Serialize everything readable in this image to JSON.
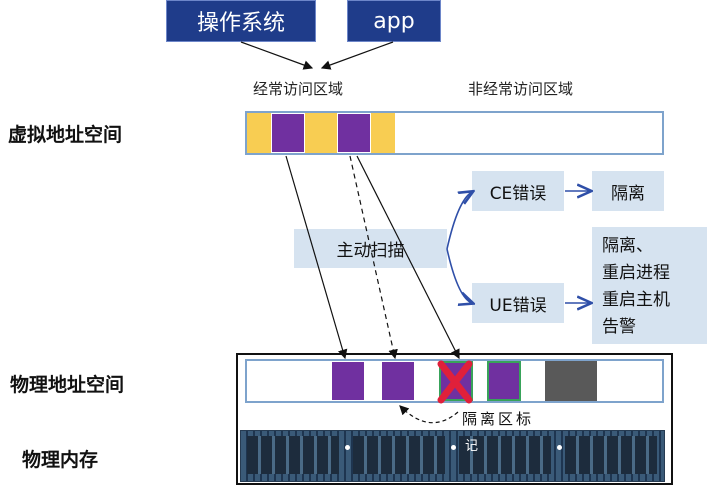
{
  "top_boxes": {
    "os": "操作系统",
    "app": "app"
  },
  "region_labels": {
    "frequent": "经常访问区域",
    "infrequent": "非经常访问区域"
  },
  "side_labels": {
    "virtual": "虚拟地址空间",
    "physical_address": "物理地址空间",
    "physical_memory": "物理内存"
  },
  "scan_box": "主动扫描",
  "errors": {
    "ce": "CE错误",
    "ue": "UE错误"
  },
  "actions": {
    "ce_action": "隔离",
    "ue_actions": [
      "隔离、",
      "重启进程",
      "重启主机",
      "告警"
    ]
  },
  "isolation_mark": "隔离区标",
  "memory_label": "记",
  "colors": {
    "navy": "#1f3c8a",
    "frequent_page": "#f8cd52",
    "used_page": "#7030a0",
    "isolated_page_border": "#38a35a",
    "error_mark": "#e0203a",
    "other_page": "#595959",
    "panel": "#d6e3f0",
    "arrow": "#2f4fa8"
  }
}
